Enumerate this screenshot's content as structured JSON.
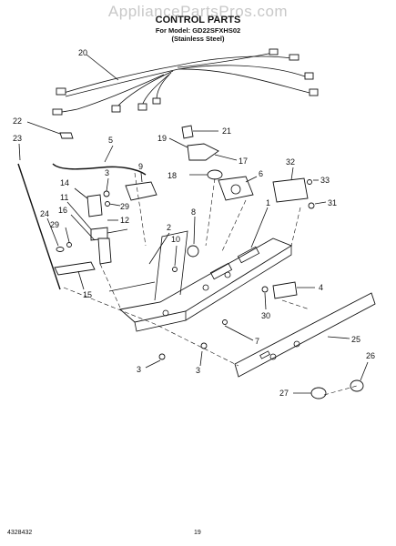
{
  "header": {
    "watermark": "AppliancePartsPros.com",
    "title": "CONTROL PARTS",
    "model_line": "For Model: GD22SFXHS02",
    "variant_line": "(Stainless Steel)"
  },
  "footer": {
    "doc_number": "4328432",
    "page_number": "19"
  },
  "callouts": [
    "20",
    "22",
    "23",
    "5",
    "19",
    "21",
    "17",
    "18",
    "6",
    "32",
    "33",
    "31",
    "3",
    "9",
    "14",
    "11",
    "29",
    "12",
    "16",
    "24",
    "29",
    "15",
    "2",
    "10",
    "8",
    "1",
    "4",
    "30",
    "7",
    "3",
    "3",
    "25",
    "26",
    "27"
  ]
}
